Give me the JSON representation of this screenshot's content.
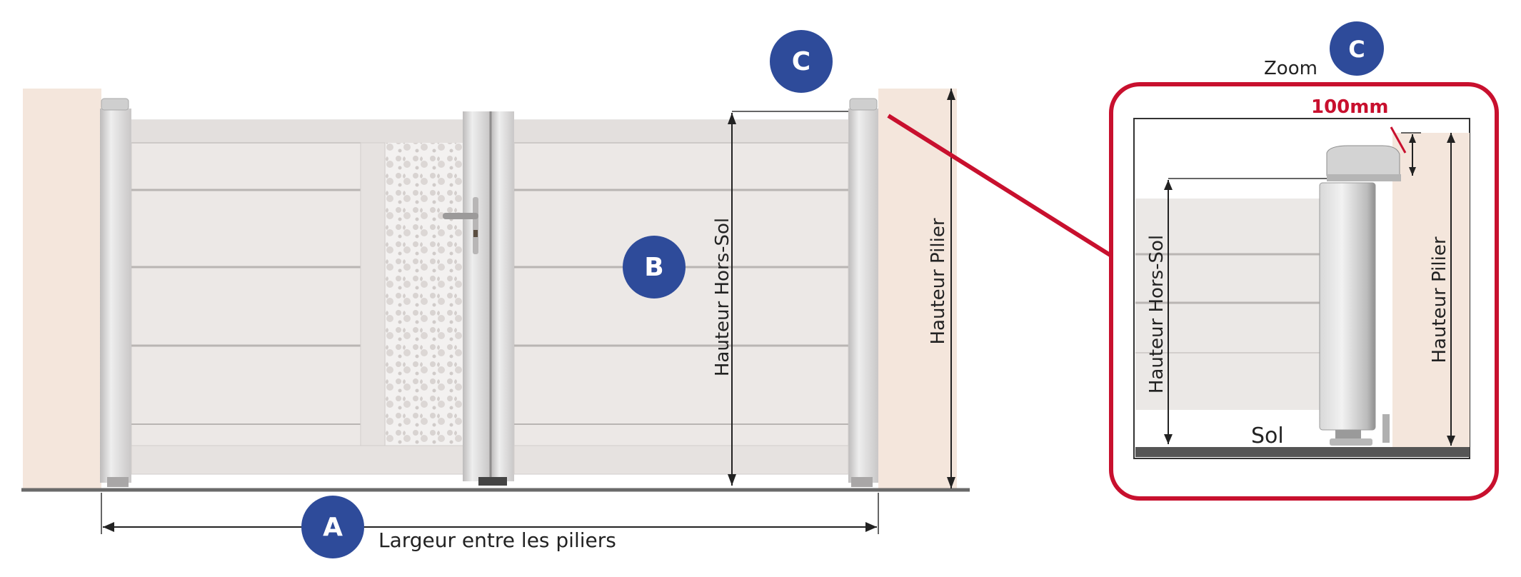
{
  "badges": {
    "a": "A",
    "b": "B",
    "c_main": "C",
    "c_zoom": "C"
  },
  "labels": {
    "width": "Largeur entre les piliers",
    "height_above_ground": "Hauteur Hors-Sol",
    "pillar_height": "Hauteur Pilier",
    "zoom": "Zoom",
    "ground": "Sol",
    "clearance": "100mm",
    "zoom_height_above_ground": "Hauteur Hors-Sol",
    "zoom_pillar_height": "Hauteur Pilier"
  },
  "colors": {
    "badge_blue": "#2e4b9a",
    "accent_red": "#c8102e",
    "pillar": "#f4e6dc",
    "panel": "#ece8e6",
    "frame": "#d6d4d4"
  }
}
